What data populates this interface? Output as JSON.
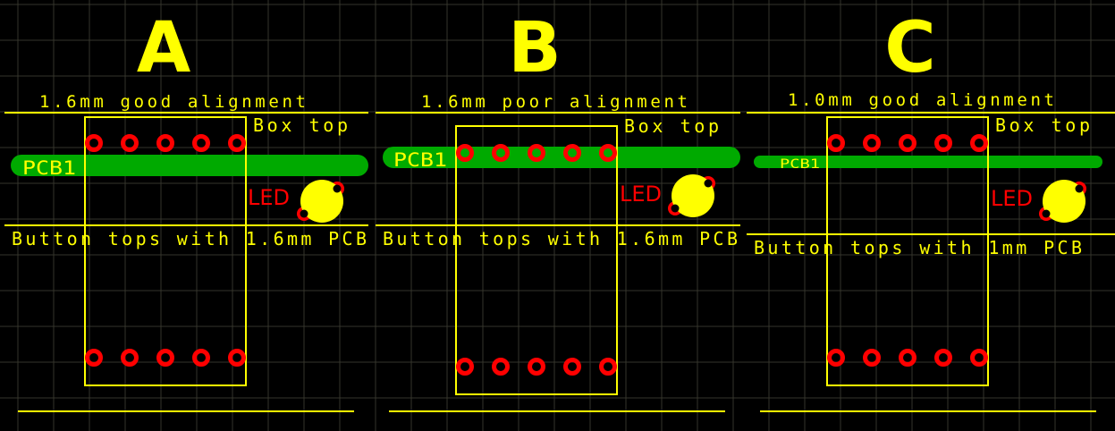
{
  "colors": {
    "background": "#000000",
    "grid": "#3a3a30",
    "silkscreen": "#ffff00",
    "pads": "#ff0000",
    "pcb": "#00aa00"
  },
  "panels": [
    {
      "letter": "A",
      "subtitle": "1.6mm good alignment",
      "box_label": "Box top",
      "pcb_label": "PCB1",
      "led_label": "LED",
      "button_label": "Button tops with 1.6mm PCB"
    },
    {
      "letter": "B",
      "subtitle": "1.6mm poor alignment",
      "box_label": "Box top",
      "pcb_label": "PCB1",
      "led_label": "LED",
      "button_label": "Button tops with 1.6mm PCB"
    },
    {
      "letter": "C",
      "subtitle": "1.0mm good alignment",
      "box_label": "Box top",
      "pcb_label": "PCB1",
      "led_label": "LED",
      "button_label": "Button tops with 1mm PCB"
    }
  ]
}
